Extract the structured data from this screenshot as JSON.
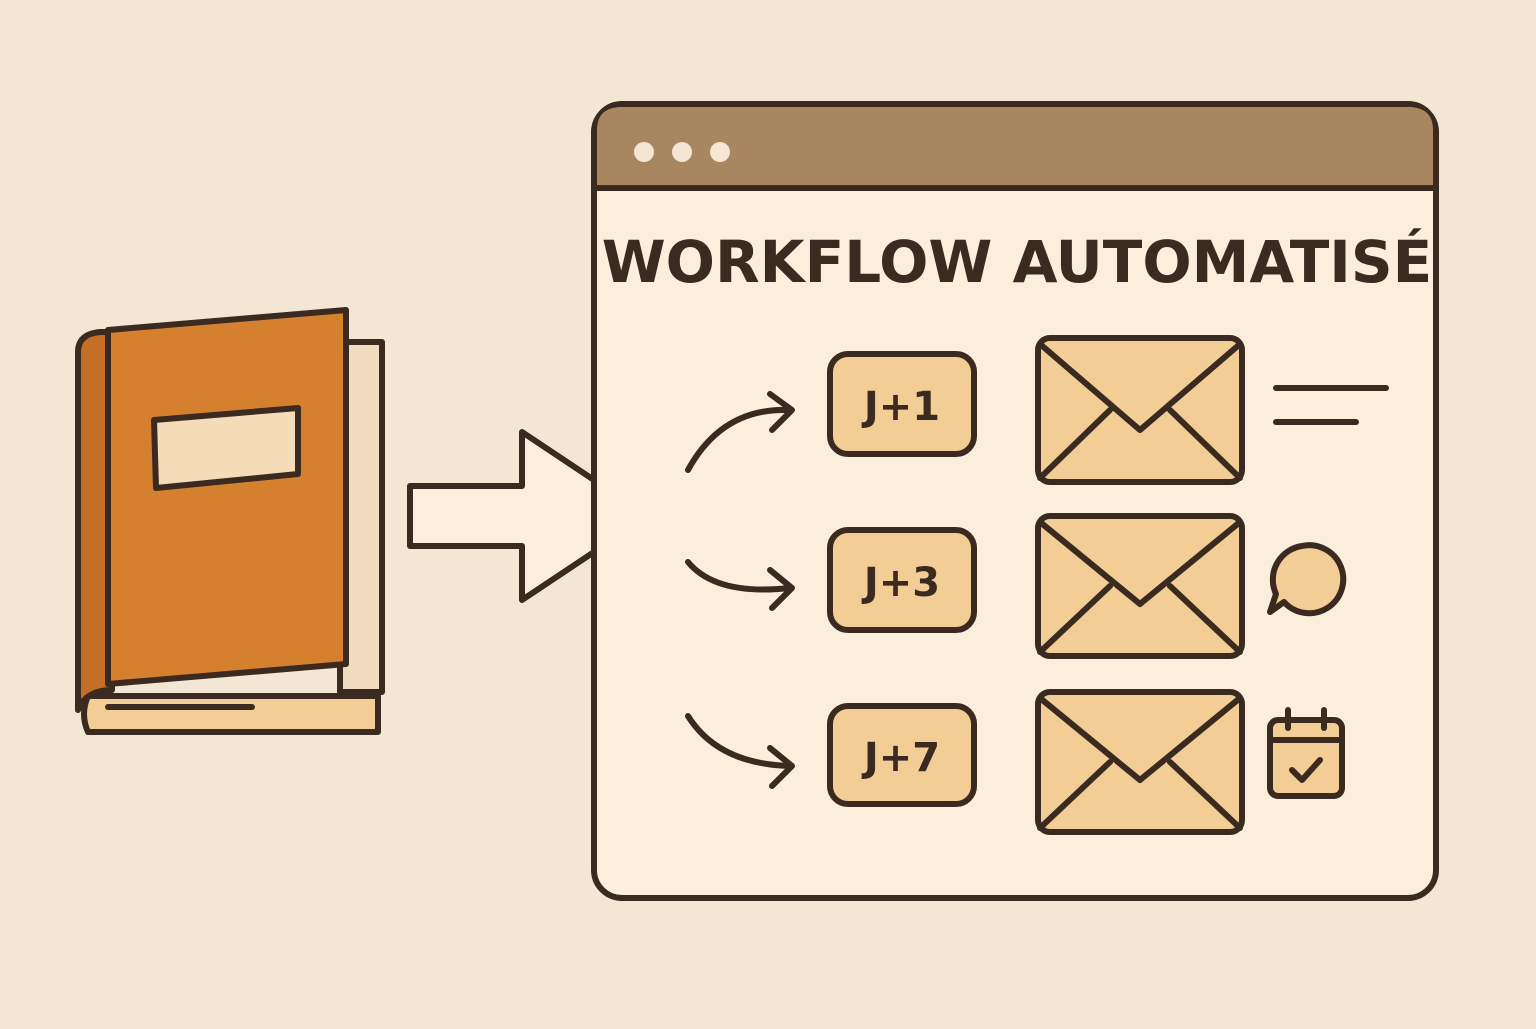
{
  "workflow": {
    "title": "WORKFLOW AUTOMATISÉ",
    "steps": [
      {
        "day": "J+1",
        "icon": "text-lines-icon"
      },
      {
        "day": "J+3",
        "icon": "chat-bubble-icon"
      },
      {
        "day": "J+7",
        "icon": "calendar-check-icon"
      }
    ]
  },
  "colors": {
    "background": "#f3e6d4",
    "outline": "#3a2a1f",
    "window_bar": "#a78660",
    "window_body": "#fbeedd",
    "accent_orange": "#d5802f",
    "book_spine": "#c46e27",
    "label_fill": "#f2cd96",
    "arrow_fill": "#fbeedd"
  }
}
